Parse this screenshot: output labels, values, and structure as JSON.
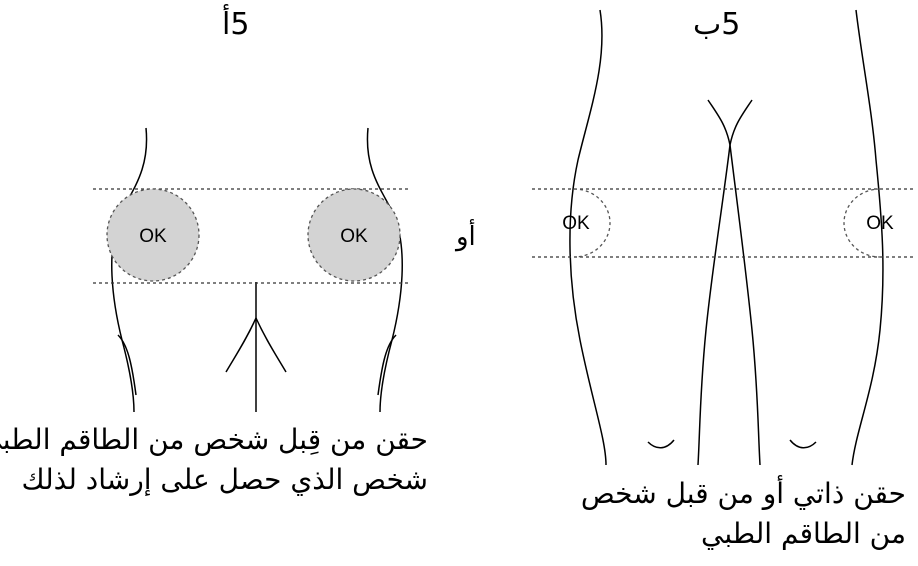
{
  "panel_a": {
    "label": "5أ",
    "zones": [
      {
        "label": "OK",
        "fill": "#d3d3d3"
      },
      {
        "label": "OK",
        "fill": "#d3d3d3"
      }
    ],
    "caption_line1": "حقن من قِبل شخص من الطاقم الطبي أو",
    "caption_line2": "شخص الذي حصل على إرشاد لذلك"
  },
  "or_label": "أو",
  "panel_b": {
    "label": "5ب",
    "zones": [
      {
        "label": "OK"
      },
      {
        "label": "OK"
      }
    ],
    "caption_line1": "حقن ذاتي أو من قبل شخص",
    "caption_line2": "من الطاقم الطبي"
  },
  "colors": {
    "line": "#000000",
    "zone_fill": "#d3d3d3",
    "dashed": "#333333"
  }
}
